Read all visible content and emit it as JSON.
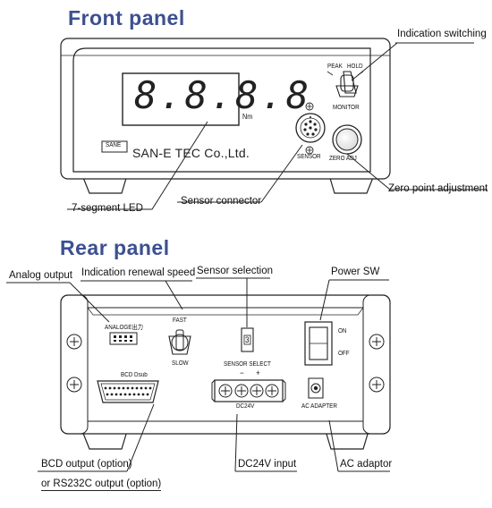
{
  "front_title": "Front panel",
  "rear_title": "Rear panel",
  "front": {
    "display_value": "8.8.8.8",
    "unit": "Nm",
    "brand_text": "SAN-E TEC Co.,Ltd.",
    "logo_text": "SANE",
    "switch_labels": {
      "left": "PEAK",
      "right": "HOLD",
      "bottom": "MONITOR"
    },
    "sensor_label": "SENSOR",
    "zero_label": "ZERO ADJ",
    "callouts": {
      "indication_switching": "Indication switching",
      "seven_segment": "7-segment LED",
      "sensor_connector": "Sensor connector",
      "zero_point": "Zero point adjustment"
    }
  },
  "rear": {
    "analog_label": "ANALOGE出力",
    "fast_label": "FAST",
    "slow_label": "SLOW",
    "bcd_label": "BCD Dsub",
    "sensor_select_label": "SENSOR SELECT",
    "minus_sign": "−",
    "plus_sign": "+",
    "dc_label": "DC24V",
    "on_label": "ON",
    "off_label": "OFF",
    "ac_label": "AC ADAPTER",
    "selector_value": "3",
    "callouts": {
      "analog_output": "Analog output",
      "renewal_speed": "Indication renewal speed",
      "sensor_selection": "Sensor selection",
      "power_sw": "Power SW",
      "bcd_output": "BCD output (option)",
      "rs232c_output": "or RS232C output (option)",
      "dc24v_input": "DC24V input",
      "ac_adaptor": "AC adaptor"
    }
  }
}
